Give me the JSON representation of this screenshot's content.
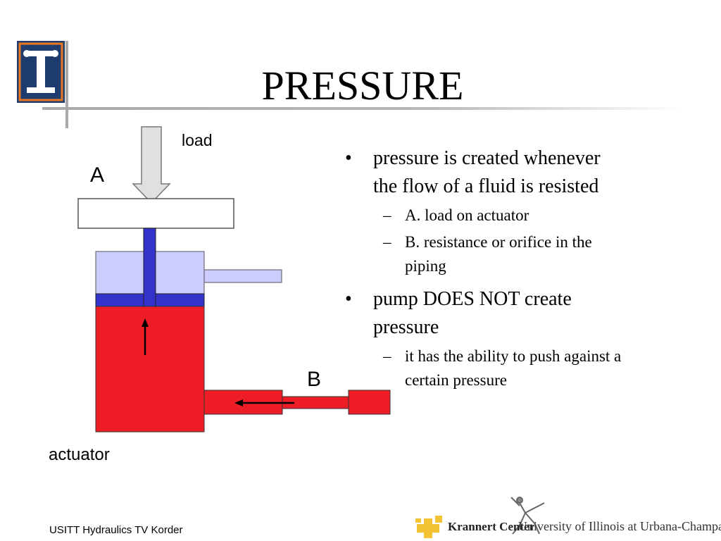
{
  "slide": {
    "title": "PRESSURE",
    "footer": "USITT Hydraulics TV Korder"
  },
  "diagram": {
    "label_load": "load",
    "label_a": "A",
    "label_b": "B",
    "label_actuator": "actuator",
    "colors": {
      "fluid": "#ee1c24",
      "piston": "#3333cc",
      "air": "#ccccff",
      "pipe": "#ccccff"
    }
  },
  "bullets": [
    {
      "text": "pressure is created whenever the flow of a fluid is resisted",
      "sub": [
        "A. load on actuator",
        "B. resistance or orifice in the piping"
      ]
    },
    {
      "text": "pump DOES NOT create pressure",
      "sub": [
        "it has the ability to push against a certain pressure"
      ]
    }
  ],
  "branding": {
    "krannert": "Krannert Center",
    "university": "University of Illinois at Urbana-Champaign",
    "logo_icon": "illinois-column-logo",
    "krannert_icon": "krannert-dancer-logo"
  }
}
